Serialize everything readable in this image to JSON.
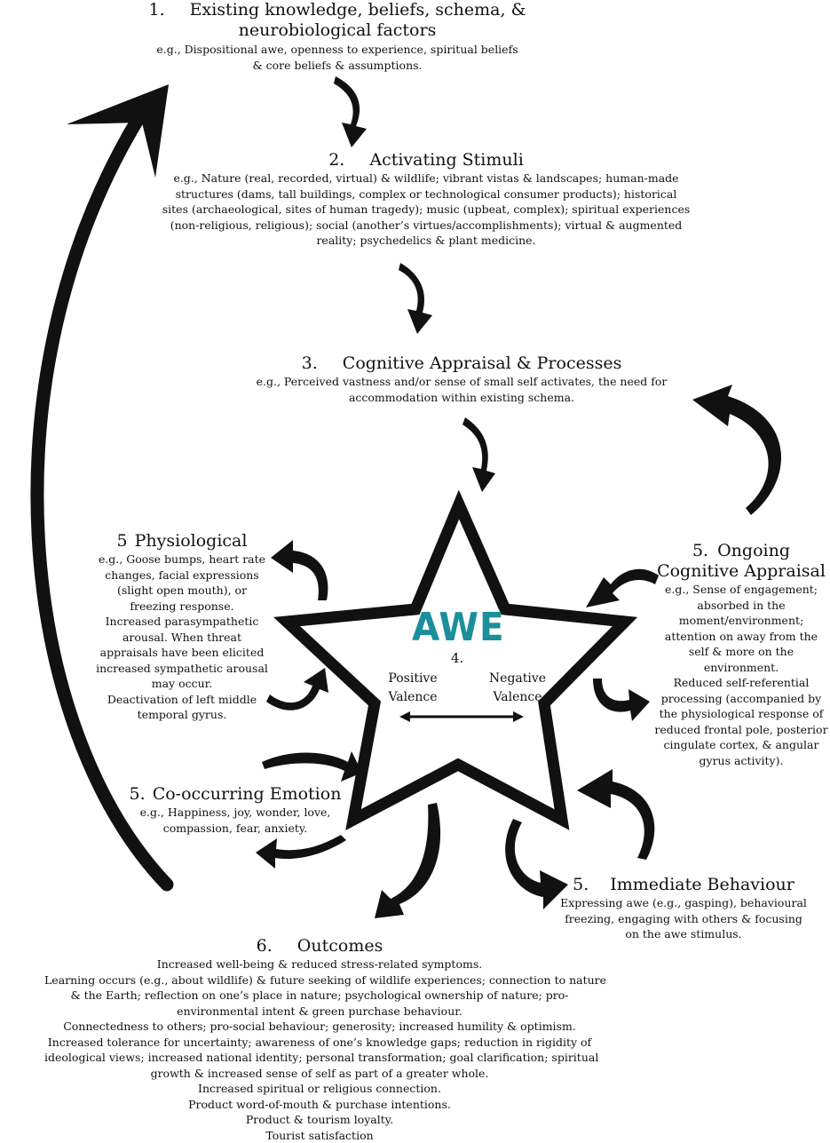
{
  "s1": {
    "number": "1.",
    "title_line1": "Existing knowledge, beliefs, schema, &",
    "title_line2": "neurobiological factors",
    "lines": [
      "e.g., Dispositional awe, openness to experience, spiritual beliefs",
      "& core beliefs & assumptions."
    ]
  },
  "s2": {
    "number": "2.",
    "title": "Activating Stimuli",
    "lines": [
      "e.g., Nature (real, recorded, virtual) & wildlife; vibrant vistas & landscapes; human-made",
      "structures (dams, tall buildings, complex or technological consumer products); historical",
      "sites (archaeological, sites of human tragedy); music (upbeat, complex); spiritual experiences",
      "(non-religious, religious); social (another’s virtues/accomplishments); virtual & augmented",
      "reality; psychedelics & plant medicine."
    ]
  },
  "s3": {
    "number": "3.",
    "title": "Cognitive Appraisal & Processes",
    "lines": [
      "e.g., Perceived vastness and/or sense of small self activates, the need for",
      "accommodation within existing schema."
    ]
  },
  "s4": {
    "label": "AWE",
    "number": "4.",
    "positive": [
      "Positive",
      "Valence"
    ],
    "negative": [
      "Negative",
      "Valence"
    ]
  },
  "physio": {
    "number": "5",
    "title": "Physiological",
    "lines": [
      "e.g., Goose bumps, heart rate",
      "changes, facial expressions",
      "(slight open mouth), or",
      "freezing response.",
      "Increased parasympathetic",
      "arousal. When threat",
      "appraisals have been elicited",
      "increased sympathetic arousal",
      "may occur.",
      "Deactivation of left middle",
      "temporal gyrus."
    ]
  },
  "ongoing": {
    "number": "5.",
    "title_line1": "Ongoing",
    "title_line2": "Cognitive Appraisal",
    "lines": [
      "e.g., Sense of engagement;",
      "absorbed in the",
      "moment/environment;",
      "attention on away from the",
      "self & more on the",
      "environment.",
      "Reduced self-referential",
      "processing (accompanied by",
      "the physiological response of",
      "reduced frontal pole, posterior",
      "cingulate cortex, & angular",
      "gyrus activity)."
    ]
  },
  "cooccur": {
    "number": "5.",
    "title": "Co-occurring Emotion",
    "lines": [
      "e.g., Happiness, joy, wonder, love,",
      "compassion, fear, anxiety."
    ]
  },
  "behaviour": {
    "number": "5.",
    "title": "Immediate Behaviour",
    "lines": [
      "Expressing awe (e.g., gasping), behavioural",
      "freezing, engaging with others & focusing",
      "on the awe stimulus."
    ]
  },
  "outcomes": {
    "number": "6.",
    "title": "Outcomes",
    "lines": [
      "Increased well-being & reduced stress-related symptoms.",
      "Learning occurs (e.g., about wildlife) & future seeking of wildlife experiences; connection to nature",
      "& the Earth; reflection on one’s place in nature; psychological ownership of nature; pro-",
      "environmental intent & green purchase behaviour.",
      "Connectedness to others; pro-social behaviour; generosity; increased humility & optimism.",
      "Increased tolerance for uncertainty; awareness of one’s knowledge gaps; reduction in rigidity of",
      "ideological views; increased national identity; personal transformation; goal clarification; spiritual",
      "growth & increased sense of self as part of a greater whole.",
      "Increased spiritual or religious connection.",
      "Product word-of-mouth & purchase intentions.",
      "Product & tourism loyalty.",
      "Tourist satisfaction"
    ]
  }
}
